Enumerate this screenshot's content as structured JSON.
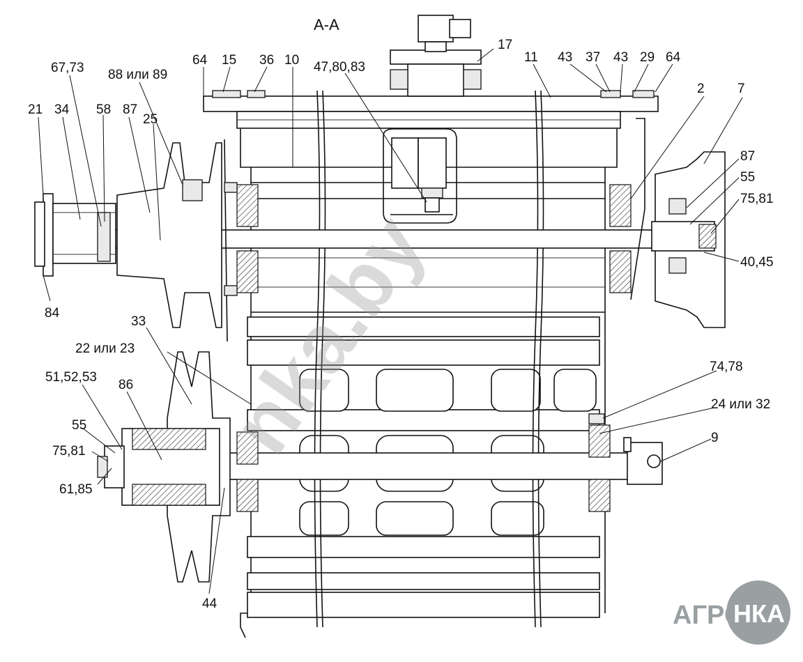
{
  "title": "А-А",
  "labels": {
    "l64a": "64",
    "l15": "15",
    "l36": "36",
    "l10": "10",
    "l478083": "47,80,83",
    "l17": "17",
    "l11": "11",
    "l43a": "43",
    "l37": "37",
    "l43b": "43",
    "l29": "29",
    "l64b": "64",
    "l6773": "67,73",
    "l8889": "88 или 89",
    "l21": "21",
    "l34": "34",
    "l58": "58",
    "l87a": "87",
    "l25": "25",
    "l2": "2",
    "l7": "7",
    "l87b": "87",
    "l55a": "55",
    "l7581a": "75,81",
    "l4045": "40,45",
    "l84": "84",
    "l33": "33",
    "l2223": "22 или 23",
    "l515253": "51,52,53",
    "l86": "86",
    "l55b": "55",
    "l7581b": "75,81",
    "l6185": "61,85",
    "l44": "44",
    "l7478": "74,78",
    "l2432": "24 или 32",
    "l9": "9"
  },
  "watermark": "nka.by",
  "logo": {
    "left": "АГРО",
    "right": "НКА",
    "color": "#9aa0a2"
  }
}
